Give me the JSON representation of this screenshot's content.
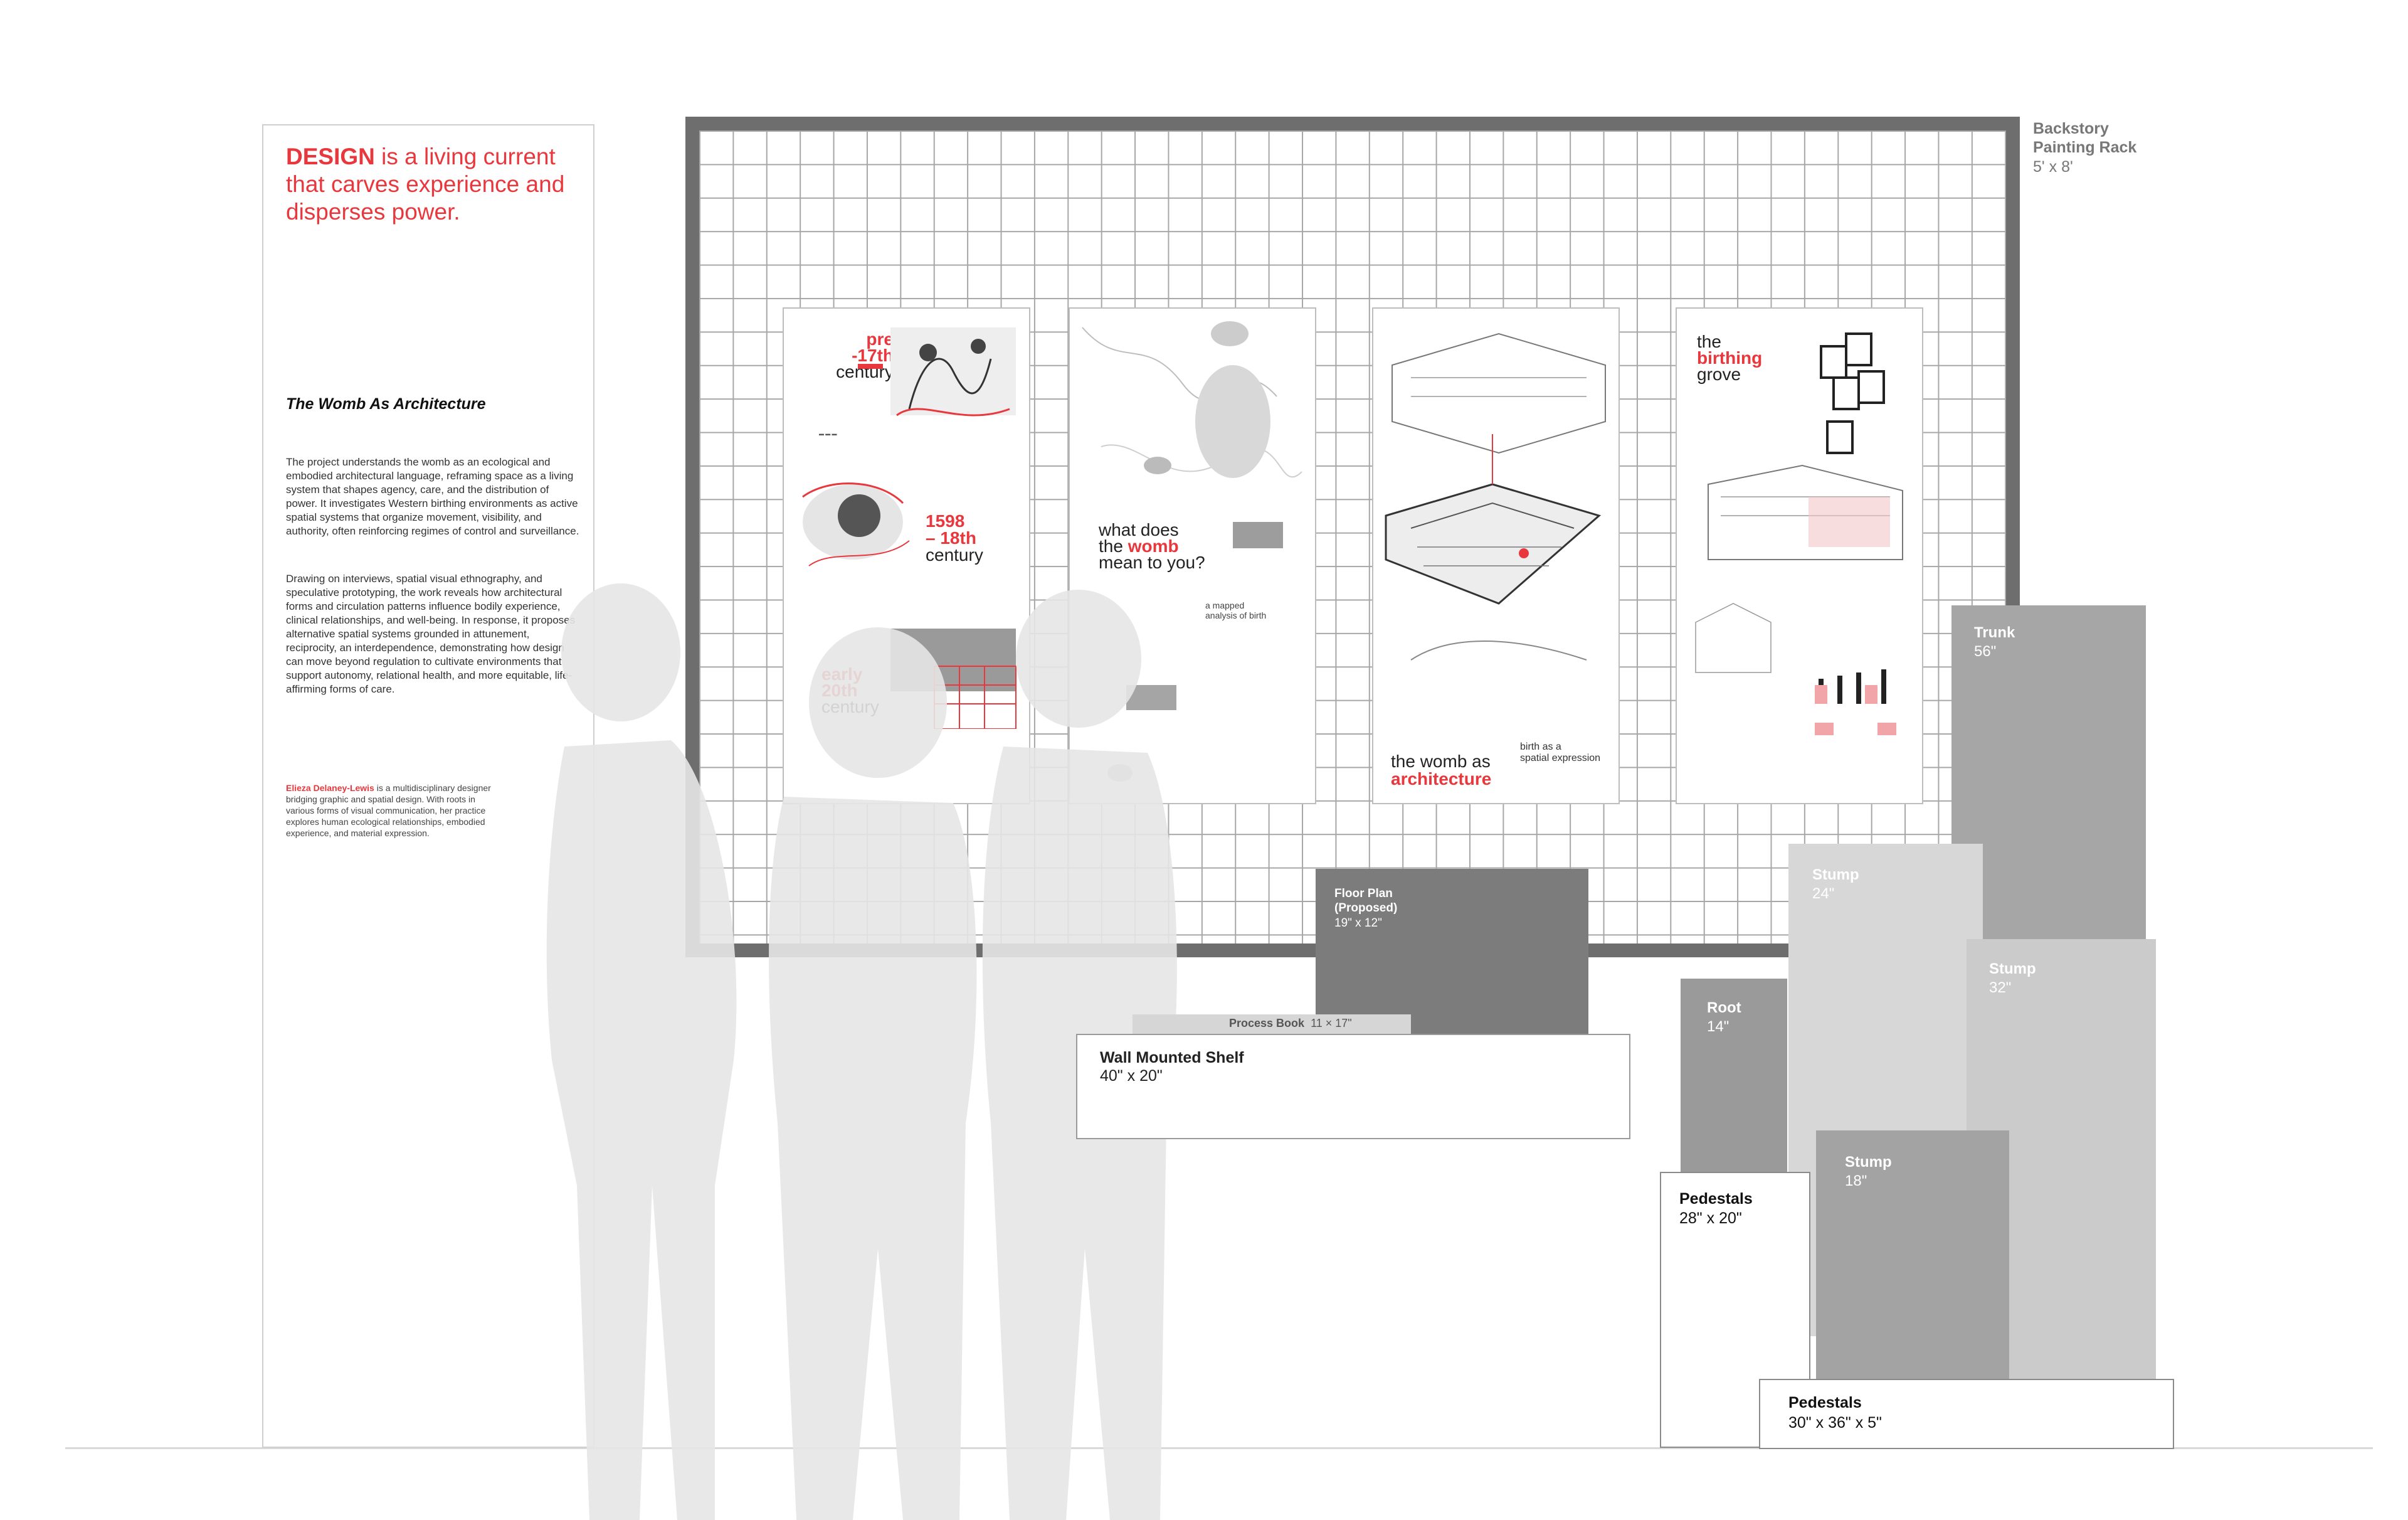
{
  "panel": {
    "headline_strong": "DESIGN",
    "headline_rest": " is a living current that carves experience and disperses power.",
    "project_title": "The Womb As Architecture",
    "paragraph_1": "The project understands the womb as an ecological and embodied architectural language, reframing space as a living system that shapes agency, care, and the distribution of power. It investigates Western birthing environments as active spatial systems that organize movement, visibility, and authority, often reinforcing regimes of control and surveillance.",
    "paragraph_2": "Drawing on interviews, spatial visual ethnography, and speculative prototyping, the work reveals how architectural forms and circulation patterns influence bodily experience, clinical relationships, and well-being. In response, it proposes alternative spatial systems grounded in attunement, reciprocity, an interdependence, demonstrating how design can move beyond regulation to cultivate environments that support autonomy, relational health, and more equitable, life-affirming forms of care.",
    "bio_name": "Elieza Delaney-Lewis",
    "bio_text": " is a multidisciplinary designer bridging graphic and spatial design. With roots in various forms of visual communication, her practice explores human ecological relationships, embodied experience, and material expression."
  },
  "rack": {
    "label_line1": "Backstory",
    "label_line2": "Painting Rack",
    "size": "5' x 8'"
  },
  "posters": {
    "p1": {
      "h1_a": "pre",
      "h1_b": "-17th",
      "h1_c": "century",
      "h2_a": "1598",
      "h2_b": "– 18th",
      "h2_c": "century",
      "h3_a": "early",
      "h3_b": "20th",
      "h3_c": "century"
    },
    "p2": {
      "q_line1": "what does",
      "q_line2a": "the ",
      "q_line2b": "womb",
      "q_line3": "mean to you?",
      "sub_line1": "a mapped",
      "sub_line2": "analysis of birth"
    },
    "p3": {
      "title_line1": "the womb as",
      "title_line2": "architecture",
      "sub_line1": "birth as a",
      "sub_line2": "spatial expression"
    },
    "p4": {
      "title_line1": "the",
      "title_line2": "birthing",
      "title_line3": "grove"
    }
  },
  "floorplan": {
    "label_line1": "Floor Plan",
    "label_line2": "(Proposed)",
    "size": "19\" x 12\""
  },
  "process_book": {
    "label": "Process Book",
    "size": "11 × 17\""
  },
  "shelf": {
    "label": "Wall Mounted Shelf",
    "size": "40\" x 20\""
  },
  "blocks": {
    "trunk": {
      "label": "Trunk",
      "size": "56\""
    },
    "stump24": {
      "label": "Stump",
      "size": "24\""
    },
    "stump32": {
      "label": "Stump",
      "size": "32\""
    },
    "root": {
      "label": "Root",
      "size": "14\""
    },
    "stump18": {
      "label": "Stump",
      "size": "18\""
    }
  },
  "pedestals": {
    "ped1": {
      "label": "Pedestals",
      "size": "28\" x 20\""
    },
    "ped2": {
      "label": "Pedestals",
      "size": "30\" x 36\" x 5\""
    }
  },
  "colors": {
    "accent": "#e8383d",
    "rack_frame": "#6e6e6e",
    "block_dark": "#7c7c7c",
    "block_mid": "#9c9c9c",
    "block_light": "#c8c8c8"
  }
}
